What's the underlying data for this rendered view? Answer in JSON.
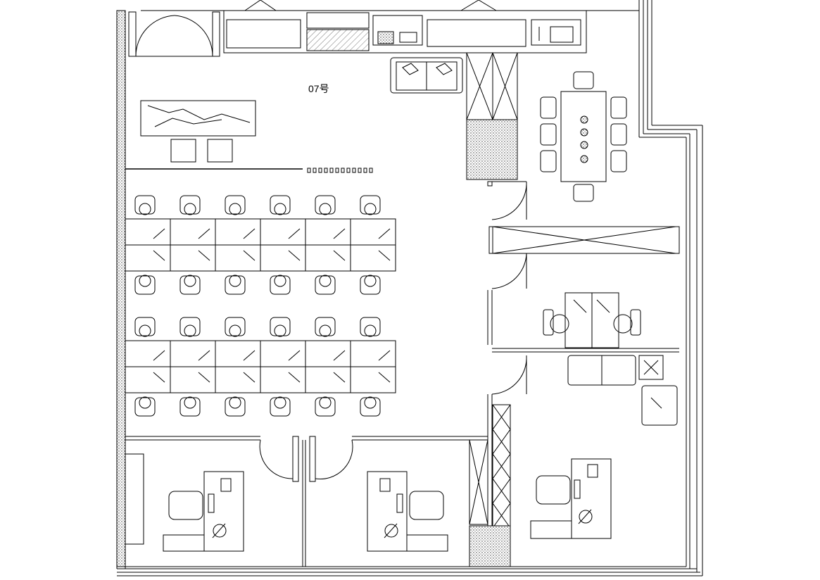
{
  "plan": {
    "unit_label": "07号",
    "workstation_rows_per_block": 2,
    "workstations_per_row": 6,
    "workstation_blocks": 2
  }
}
